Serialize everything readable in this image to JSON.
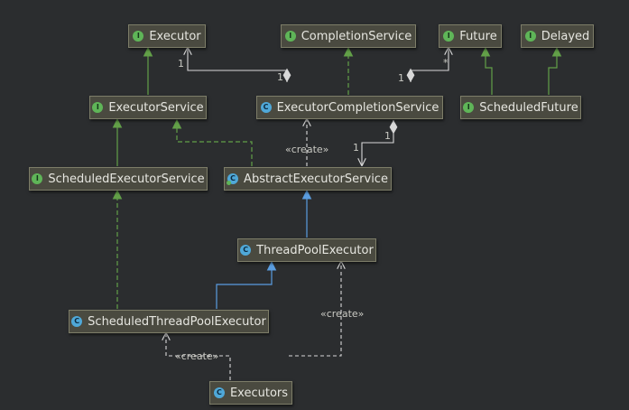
{
  "nodes": {
    "executor": {
      "label": "Executor",
      "kind": "I"
    },
    "completion_service": {
      "label": "CompletionService",
      "kind": "I"
    },
    "future": {
      "label": "Future",
      "kind": "I"
    },
    "delayed": {
      "label": "Delayed",
      "kind": "I"
    },
    "executor_service": {
      "label": "ExecutorService",
      "kind": "I"
    },
    "executor_completion_service": {
      "label": "ExecutorCompletionService",
      "kind": "C"
    },
    "scheduled_future": {
      "label": "ScheduledFuture",
      "kind": "I"
    },
    "scheduled_executor_service": {
      "label": "ScheduledExecutorService",
      "kind": "I"
    },
    "abstract_executor_service": {
      "label": "AbstractExecutorService",
      "kind": "C"
    },
    "thread_pool_executor": {
      "label": "ThreadPoolExecutor",
      "kind": "C"
    },
    "scheduled_thread_pool_executor": {
      "label": "ScheduledThreadPoolExecutor",
      "kind": "C"
    },
    "executors": {
      "label": "Executors",
      "kind": "C"
    }
  },
  "edge_labels": {
    "create_abstract": "«create»",
    "create_thread_pool": "«create»",
    "create_scheduled": "«create»",
    "mult_executor_top": "1",
    "mult_executor_bottom": "1",
    "mult_future_star": "*",
    "mult_ecs_one": "1",
    "mult_aes_one": "1"
  },
  "colors": {
    "background": "#2b2d2f",
    "node_fill": "#4a4a40",
    "node_border": "#7d7d68",
    "edge_plain": "#d8d8d8",
    "edge_interface": "#62a048",
    "edge_extends": "#5a9de0"
  }
}
